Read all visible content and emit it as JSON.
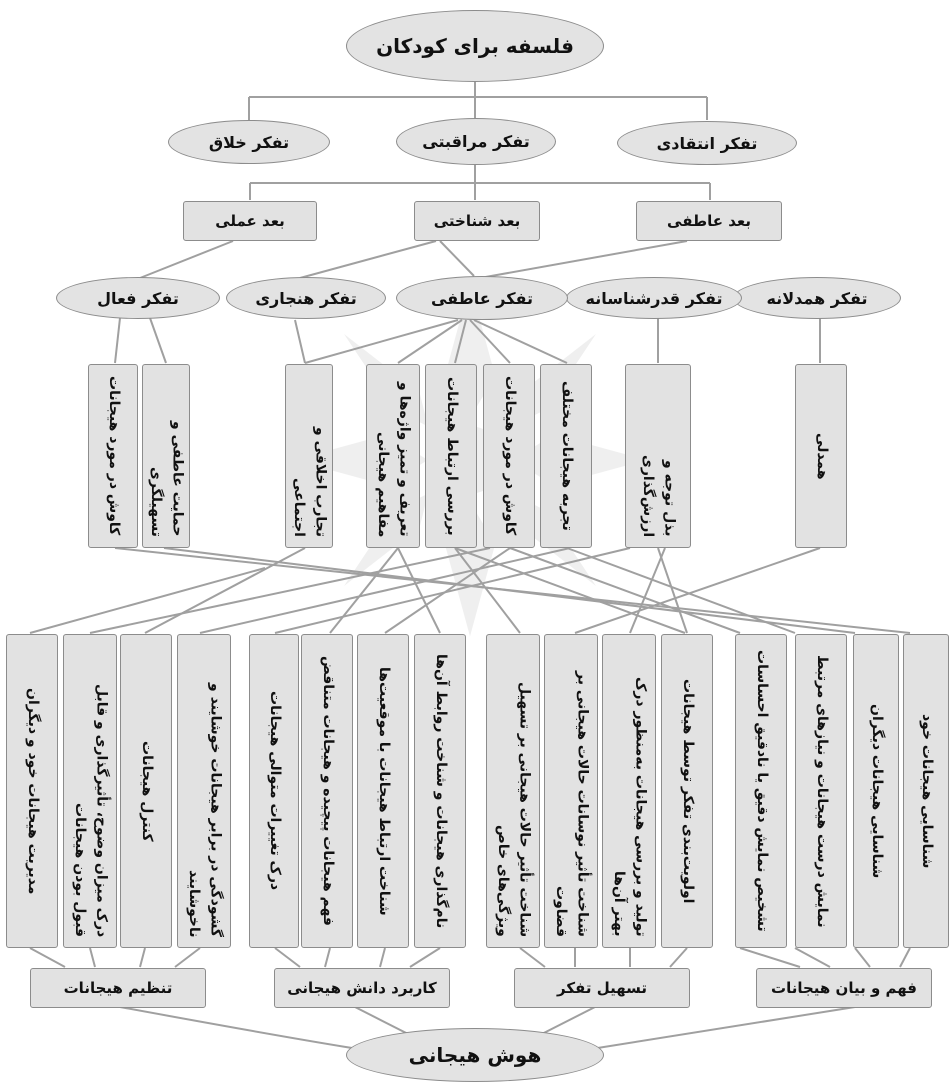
{
  "top_root": {
    "label": "فلسفه برای کودکان"
  },
  "thinking_types": {
    "critical": "تفکر انتقادی",
    "caring": "تفکر مراقبتی",
    "creative": "تفکر خلاق"
  },
  "dimensions": {
    "emotional": "بعد عاطفی",
    "cognitive": "بعد شناختی",
    "practical": "بعد عملی"
  },
  "caring_sub": {
    "empathic": "تفکر همدلانه",
    "appreciative": "تفکر قدرشناسانه",
    "affective": "تفکر عاطفی",
    "normative": "تفکر هنجاری",
    "active": "تفکر فعال"
  },
  "activities": {
    "empathy": "همدلی",
    "attention_valuing": "بذل توجه و ارزش‌گذاری",
    "diverse_emotions": "تجربه هیجانات مختلف",
    "explore_emotions_1": "کاوش در مورد هیجانات",
    "emotion_relations": "بررسی ارتباط هیجانات",
    "define_words": "تعریف و تمیز واژه‌ها و مفاهیم هیجانی",
    "moral_social": "تجارب اخلاقی و اجتماعی",
    "emotional_support": "حمایت عاطفی و تسهیلگری",
    "explore_emotions_2": "کاوش در مورد هیجانات"
  },
  "outcomes": {
    "identify_own": "شناسایی هیجانات خود",
    "identify_others": "شناسایی هیجانات دیگران",
    "express_correctly": "نمایش درست هیجانات و نیازهای مرتبط",
    "detect_accurate": "تشخیص نمایش دقیق یا نادقیق احساسات",
    "prioritize_thinking": "اولویت‌بندی تفکر توسط هیجانات",
    "generate_emotions": "تولید و بررسی هیجانات به‌منظور درک بهتر آن‌ها",
    "mood_judgment": "شناخت تأثیر نوسانات حالات هیجانی بر قضاوت",
    "states_facilitate": "شناخت تأثیر حالات هیجانی بر تسهیل ویژگی‌های خاص",
    "labeling": "نام‌گذاری هیجانات و شناخت روابط آن‌ها",
    "relations_situations": "شناخت ارتباط هیجانات با موقعیت‌ها",
    "complex_emotions": "فهم هیجانات پیچیده و هیجانات متناقض",
    "transitions": "درک تغییرات متوالی هیجانات",
    "openness": "گشودگی در برابر هیجانات خوشایند و ناخوشایند",
    "control": "کنترل هیجانات",
    "clarity": "درک میزان وضوح، تأثیرگذاری و قابل قبول بودن هیجانات",
    "manage": "مدیریت هیجانات خود و دیگران"
  },
  "branches": {
    "regulation": "تنظیم هیجانات",
    "utilization": "کاربرد دانش هیجانی",
    "facilitation": "تسهیل تفکر",
    "understanding": "فهم و بیان هیجانات"
  },
  "bottom_root": {
    "label": "هوش هیجانی"
  },
  "colors": {
    "fill": "#e2e2e2",
    "stroke": "#8c8c8c",
    "line": "#9a9a9a"
  }
}
